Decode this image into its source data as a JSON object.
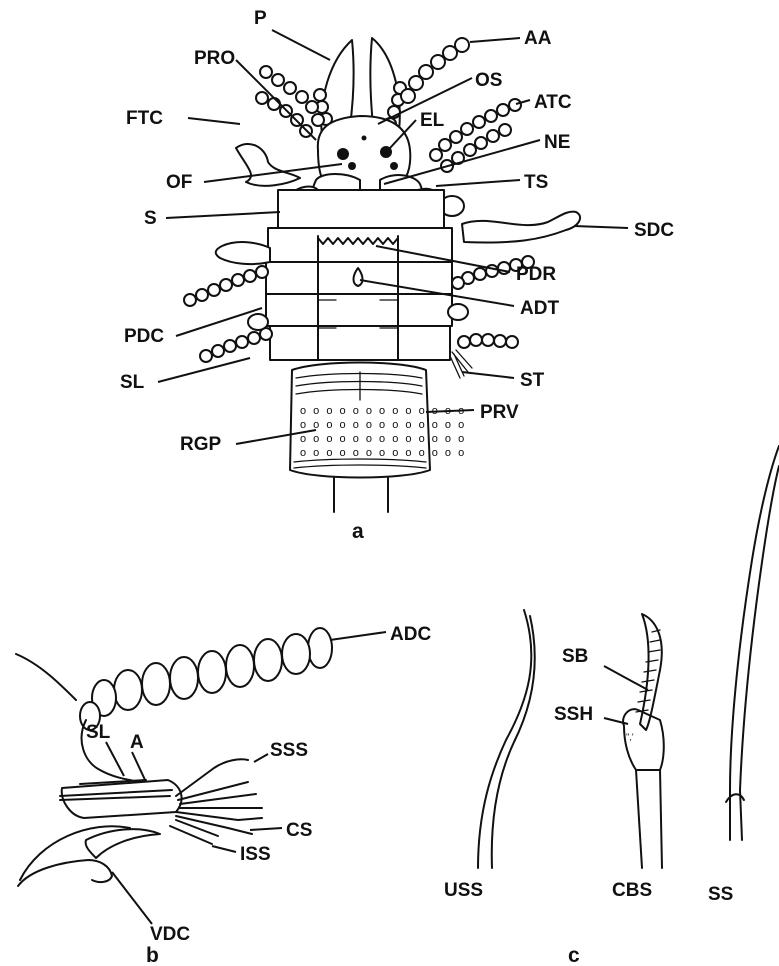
{
  "panels": {
    "a": "a",
    "b": "b",
    "c": "c"
  },
  "labels_a": {
    "P": "P",
    "AA": "AA",
    "PRO": "PRO",
    "OS": "OS",
    "FTC": "FTC",
    "ATC": "ATC",
    "EL": "EL",
    "NE": "NE",
    "OF": "OF",
    "TS": "TS",
    "S": "S",
    "SDC": "SDC",
    "PDR": "PDR",
    "ADT": "ADT",
    "PDC": "PDC",
    "SL": "SL",
    "ST": "ST",
    "PRV": "PRV",
    "RGP": "RGP"
  },
  "labels_b": {
    "ADC": "ADC",
    "SL": "SL",
    "A": "A",
    "SSS": "SSS",
    "CS": "CS",
    "ISS": "ISS",
    "VDC": "VDC"
  },
  "labels_c": {
    "SB": "SB",
    "SSH": "SSH",
    "USS": "USS",
    "CBS": "CBS",
    "SS": "SS"
  }
}
